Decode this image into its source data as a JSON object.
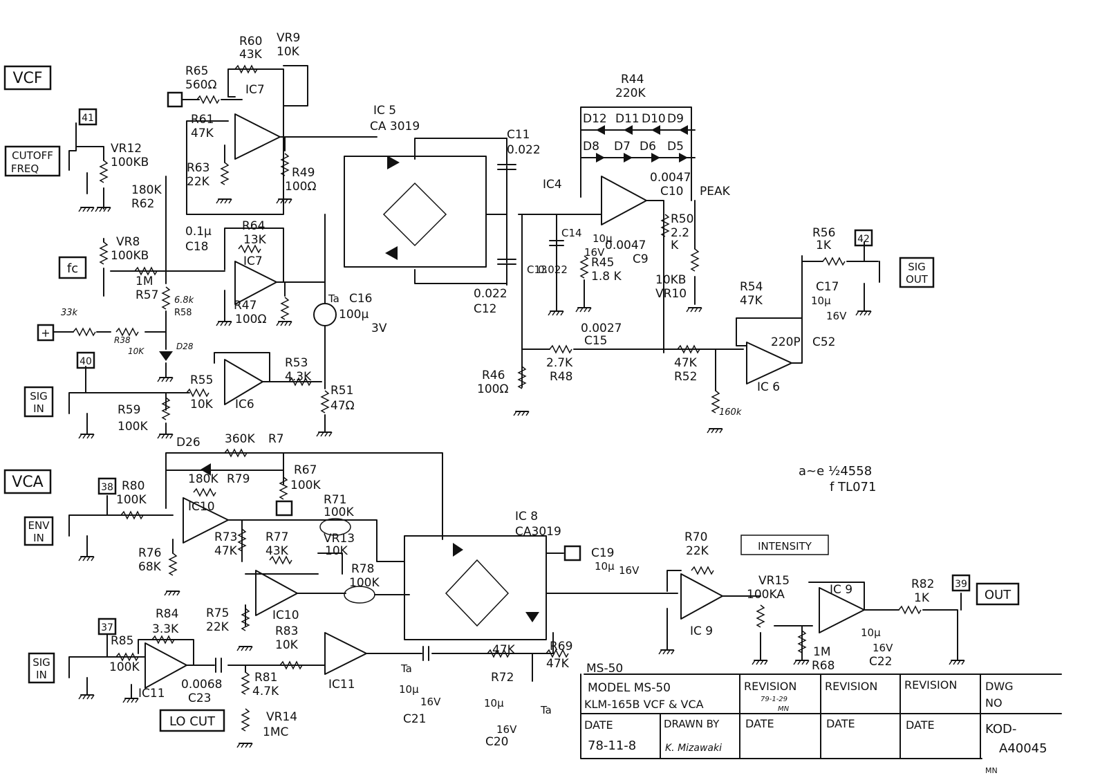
{
  "sections": {
    "vcf": "VCF",
    "vca": "VCA"
  },
  "jacks": {
    "cutoff_l1": "CUTOFF",
    "cutoff_l2": "FREQ",
    "fc": "fc",
    "sig_in_l1": "SIG",
    "sig_in_l2": "IN",
    "env_l1": "ENV",
    "env_l2": "IN",
    "sig_out_l1": "SIG",
    "sig_out_l2": "OUT",
    "out": "OUT"
  },
  "terminals": [
    "41",
    "40",
    "38",
    "37",
    "42",
    "39"
  ],
  "vcf_labels": [
    "R60",
    "43K",
    "VR9",
    "10K",
    "R65",
    "560Ω",
    "IC7",
    "R61",
    "47K",
    "R63",
    "22K",
    "R49",
    "100Ω",
    "IC 5",
    "CA 3019",
    "C11",
    "0.022",
    "R44",
    "220K",
    "D12",
    "D11",
    "D10",
    "D9",
    "D8",
    "D7",
    "D6",
    "D5",
    "0.0047",
    "C10",
    "PEAK",
    "IC4",
    "C14",
    "10μ",
    "16V",
    "R45",
    "1.8 K",
    "0.0047",
    "C9",
    "R50",
    "2.2",
    "K",
    "10KB",
    "VR10",
    "R56",
    "1K",
    "C17",
    "10μ",
    "16V",
    "R54",
    "47K",
    "220P",
    "C52",
    "IC 6",
    "47K",
    "R52",
    "160k",
    "C13",
    "0.022",
    "0.022",
    "C12",
    "0.0027",
    "C15",
    "2.7K",
    "R48",
    "R46",
    "100Ω",
    "R64",
    "13K",
    "0.1μ",
    "C18",
    "IC7",
    "R47",
    "100Ω",
    "Ta",
    "C16",
    "100μ",
    "3V",
    "VR12",
    "100KB",
    "180K",
    "R62",
    "VR8",
    "100KB",
    "1M",
    "R57",
    "6.8k",
    "R58",
    "33k",
    "R38",
    "10K",
    "D28",
    "R53",
    "4.3K",
    "R51",
    "47Ω",
    "R55",
    "10K",
    "IC6",
    "R59",
    "100K"
  ],
  "vca_labels": [
    "D26",
    "360K",
    "R7",
    "R67",
    "100K",
    "180K",
    "R79",
    "R80",
    "100K",
    "IC10",
    "R76",
    "68K",
    "R73",
    "47K",
    "R77",
    "43K",
    "R71",
    "100K",
    "VR13",
    "10K",
    "R78",
    "100K",
    "IC10",
    "R75",
    "22K",
    "IC 8",
    "CA3019",
    "C19",
    "10μ",
    "16V",
    "R70",
    "22K",
    "INTENSITY",
    "VR15",
    "100KA",
    "IC 9",
    "IC 9",
    "R82",
    "1K",
    "1M",
    "R68",
    "10μ",
    "16V",
    "C22",
    "R84",
    "3.3K",
    "R85",
    "100K",
    "IC11",
    "0.0068",
    "C23",
    "R81",
    "4.7K",
    "VR14",
    "1MC",
    "LO CUT",
    "R83",
    "10K",
    "IC11",
    "Ta",
    "10μ",
    "16V",
    "C21",
    "47K",
    "R72",
    "R69",
    "47K",
    "10μ",
    "16V",
    "C20",
    "Ta"
  ],
  "note": {
    "line1": "a~e ½4558",
    "line2": "f  TL071"
  },
  "title_block": {
    "model_label": "MODEL  MS-50",
    "model_desc": "KLM-165B VCF & VCA",
    "model_name": "MS-50",
    "revision1": "REVISION",
    "revision1_note": "79-1-29",
    "revision1_init": "MN",
    "revision2": "REVISION",
    "revision3": "REVISION",
    "dwg": "DWG",
    "no": "NO",
    "date_label": "DATE",
    "date_value": "78-11-8",
    "drawn_by": "DRAWN BY",
    "drawn_name": "K. Mizawaki",
    "date2": "DATE",
    "date3": "DATE",
    "date4": "DATE",
    "kod": "KOD-",
    "dwg_no": "A40045",
    "initials": "MN"
  }
}
